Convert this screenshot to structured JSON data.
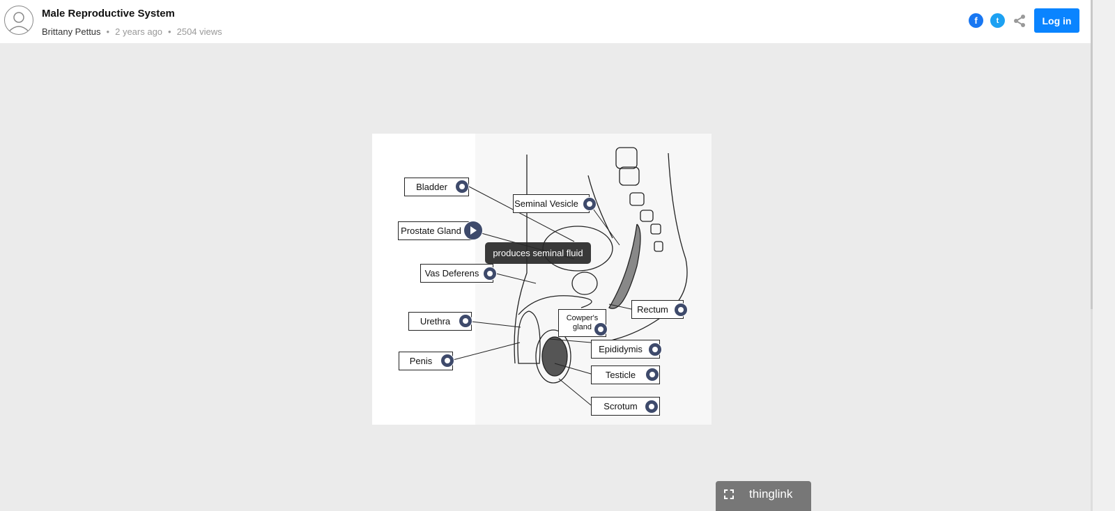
{
  "header": {
    "title": "Male Reproductive System",
    "author": "Brittany Pettus",
    "time": "2 years ago",
    "views": "2504 views",
    "login_label": "Log in",
    "icons": [
      "facebook-icon",
      "twitter-icon",
      "share-icon"
    ]
  },
  "image": {
    "labels": {
      "bladder": "Bladder",
      "seminal_vesicle": "Seminal Vesicle",
      "prostate": "Prostate Gland",
      "vas_deferens": "Vas Deferens",
      "urethra": "Urethra",
      "penis": "Penis",
      "cowpers_1": "Cowper's",
      "cowpers_2": "gland",
      "rectum": "Rectum",
      "epididymis": "Epididymis",
      "testicle": "Testicle",
      "scrotum": "Scrotum"
    },
    "tooltip": "produces seminal fluid"
  },
  "footer": {
    "brand": "thinglink"
  },
  "colors": {
    "accent": "#0a84ff",
    "hotspot": "#3e4a6b",
    "facebook": "#1877f2",
    "twitter": "#1da1f2"
  }
}
